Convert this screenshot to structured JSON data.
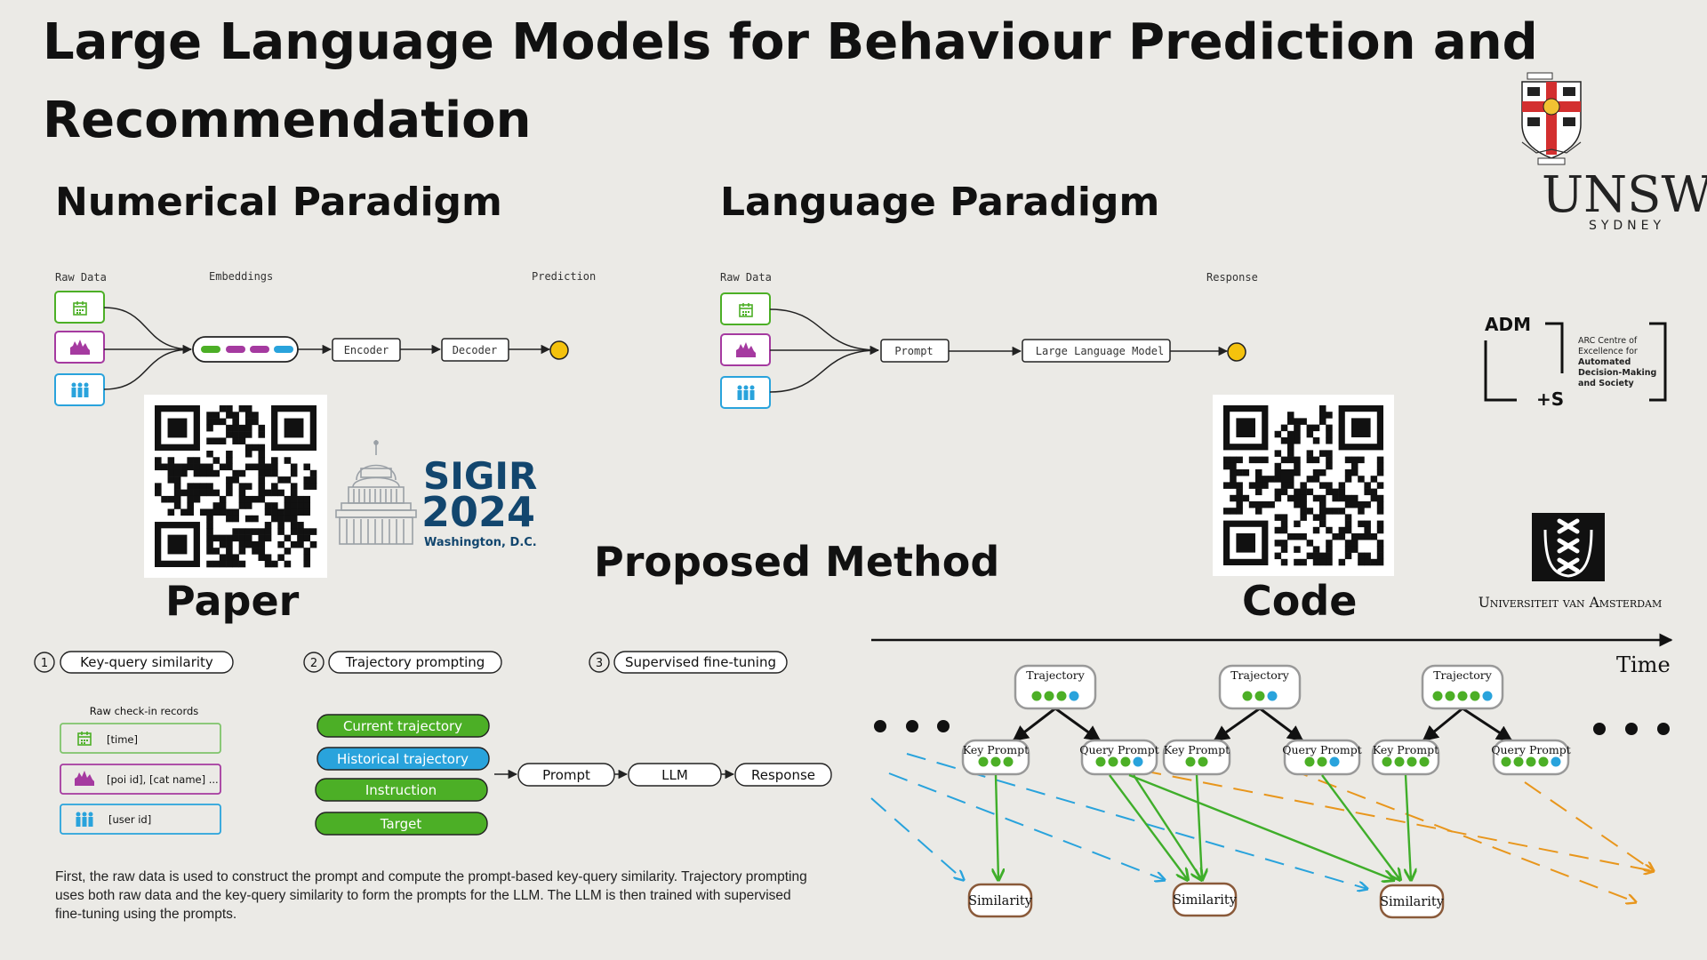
{
  "title_line1": "Large Language Models for Behaviour Prediction and",
  "title_line2": "Recommendation",
  "numerical": {
    "heading": "Numerical Paradigm",
    "raw_data": "Raw Data",
    "embeddings": "Embeddings",
    "prediction": "Prediction",
    "encoder": "Encoder",
    "decoder": "Decoder"
  },
  "language": {
    "heading": "Language Paradigm",
    "raw_data": "Raw Data",
    "response": "Response",
    "prompt": "Prompt",
    "llm": "Large Language Model"
  },
  "paper_label": "Paper",
  "code_label": "Code",
  "proposed_heading": "Proposed Method",
  "sigir": {
    "name": "SIGIR",
    "year": "2024",
    "place": "Washington, D.C."
  },
  "logos": {
    "unsw": "UNSW",
    "unsw_sub": "SYDNEY",
    "adm": "ADM",
    "adm_plus": "+S",
    "adm_text": [
      "ARC Centre of",
      "Excellence for",
      "Automated",
      "Decision-Making",
      "and Society"
    ],
    "uva": "Universiteit van Amsterdam"
  },
  "steps": [
    {
      "num": "1",
      "label": "Key-query similarity"
    },
    {
      "num": "2",
      "label": "Trajectory prompting"
    },
    {
      "num": "3",
      "label": "Supervised fine-tuning"
    }
  ],
  "checkin": {
    "title": "Raw check-in records",
    "time": "[time]",
    "poi": "[poi id],  [cat name] ...",
    "user": "[user id]"
  },
  "prompt_parts": [
    "Current trajectory",
    "Historical trajectory",
    "Instruction",
    "Target"
  ],
  "pipeline": {
    "prompt": "Prompt",
    "llm": "LLM",
    "response": "Response"
  },
  "timeline": {
    "time_label": "Time",
    "trajectory": "Trajectory",
    "key_prompt": "Key Prompt",
    "query_prompt": "Query Prompt",
    "similarity": "Similarity"
  },
  "description": "First, the raw data is used to construct the prompt and compute the prompt-based key-query similarity. Trajectory prompting uses both raw data and the key-query similarity to form the prompts for the LLM. The LLM is then trained with supervised fine-tuning using the prompts.",
  "colors": {
    "green": "#4caf26",
    "purple": "#a53aa0",
    "blue": "#29a3dc",
    "yellow": "#f4c20d",
    "orange": "#e8961c",
    "brown": "#8a5a3a",
    "unsw_red": "#d32f2f"
  }
}
